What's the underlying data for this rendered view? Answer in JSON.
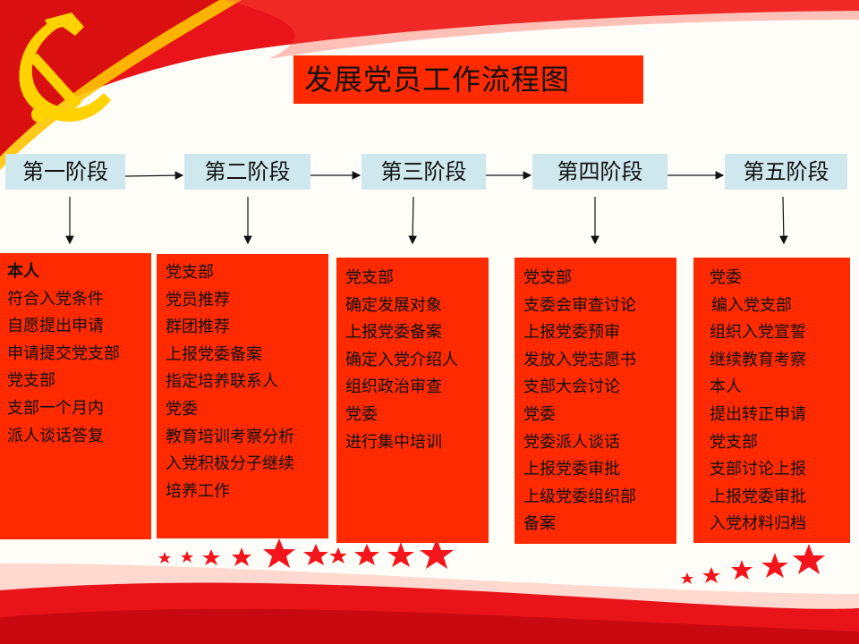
{
  "title": "发展党员工作流程图",
  "colors": {
    "red": "#ff2a00",
    "stage_fill": "#cfe8ee",
    "gold": "#ffd200",
    "banner_red": "#e8141a"
  },
  "emblem": "hammer-and-sickle-icon",
  "stages": [
    {
      "label": "第一阶段",
      "lines": [
        "本人",
        "符合入党条件",
        "自愿提出申请",
        "申请提交党支部",
        "党支部",
        "支部一个月内",
        "派人谈话答复"
      ]
    },
    {
      "label": "第二阶段",
      "lines": [
        "党支部",
        "党员推荐",
        "群团推荐",
        "上报党委备案",
        "指定培养联系人",
        "党委",
        "教育培训考察分析",
        "入党积极分子继续",
        "培养工作"
      ]
    },
    {
      "label": "第三阶段",
      "lines": [
        "党支部",
        "确定发展对象",
        "上报党委备案",
        "确定入党介绍人",
        "组织政治审查",
        "党委",
        "进行集中培训"
      ]
    },
    {
      "label": "第四阶段",
      "lines": [
        "党支部",
        "支委会审查讨论",
        "上报党委预审",
        "发放入党志愿书",
        "支部大会讨论",
        "党委",
        "党委派人谈话",
        "上报党委审批",
        "上级党委组织部",
        "备案"
      ]
    },
    {
      "label": "第五阶段",
      "lines": [
        "党委",
        "编入党支部",
        "组织入党宣誓",
        "继续教育考察",
        "本人",
        "提出转正申请",
        "党支部",
        "支部讨论上报",
        "上报党委审批",
        "入党材料归档"
      ]
    }
  ]
}
